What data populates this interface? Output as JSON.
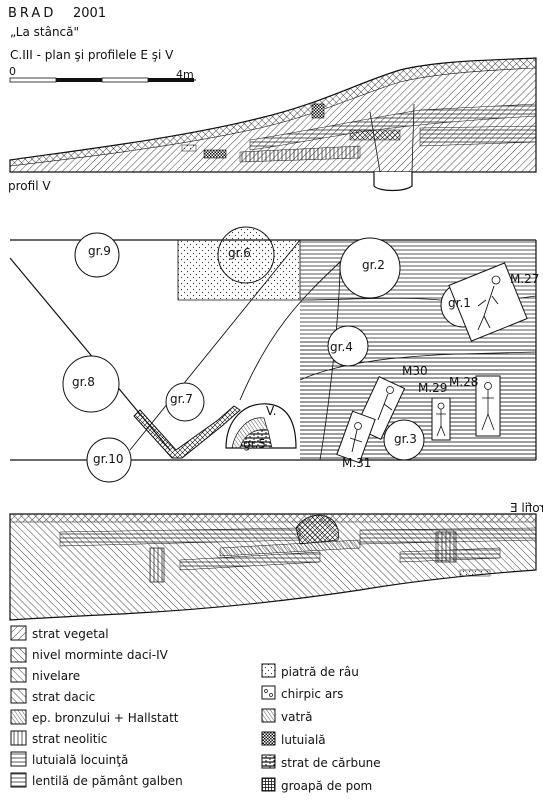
{
  "header": {
    "site": "BRAD",
    "year": "2001",
    "location": "„La stâncă\"",
    "section": "C.III - plan şi profilele E şi V"
  },
  "scale": {
    "start": "0",
    "end": "4m"
  },
  "profiles": {
    "west": "profil V",
    "east": "profil E"
  },
  "plan": {
    "pits": [
      "gr.9",
      "gr.6",
      "gr.2",
      "gr.1",
      "gr.4",
      "gr.8",
      "gr.7",
      "gr.5",
      "gr.3",
      "gr.10"
    ],
    "graves": [
      "M.27",
      "M30",
      "M.29",
      "M.28",
      "M.31"
    ],
    "feature": "V."
  },
  "legend": {
    "left": [
      "strat vegetal",
      "nivel morminte daci-IV",
      "nivelare",
      "strat dacic",
      "ep. bronzului + Hallstatt",
      "strat neolitic",
      "lutuială locuinţă",
      "lentilă de pământ galben"
    ],
    "right": [
      "piatră de râu",
      "chirpic ars",
      "vatră",
      "lutuială",
      "strat de cărbune",
      "groapă de pom"
    ]
  }
}
